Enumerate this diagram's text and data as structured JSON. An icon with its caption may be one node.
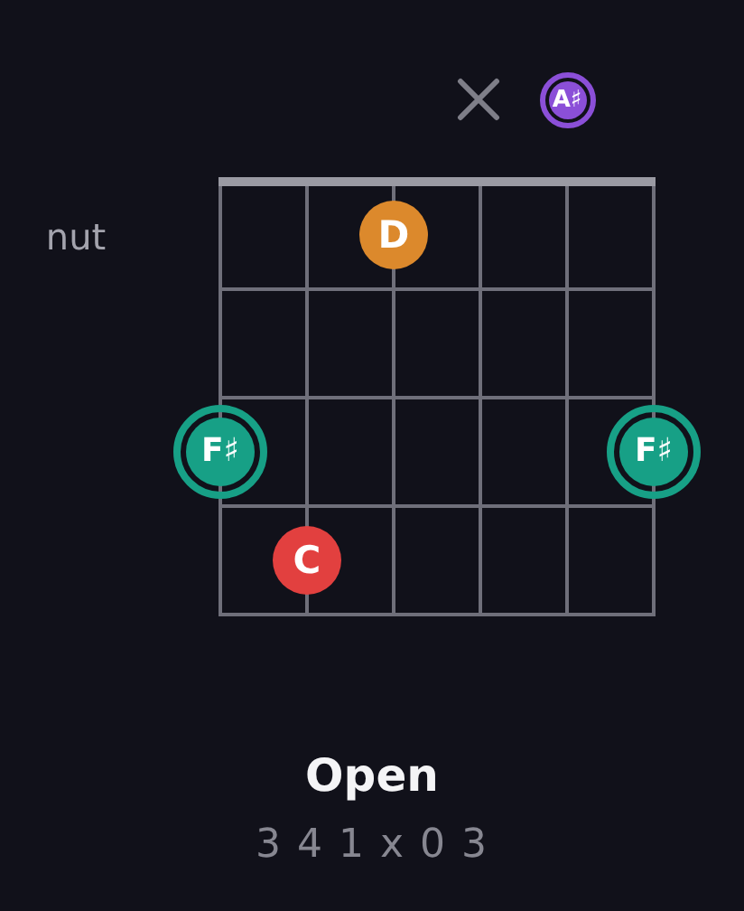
{
  "diagram": {
    "title": "Open",
    "nodes": [
      {
        "text": [
          "A♯"
        ]
      },
      {
        "text": [
          "D"
        ]
      },
      {
        "text": [
          "F♯"
        ]
      },
      {
        "text": [
          "F♯"
        ]
      },
      {
        "text": [
          "C"
        ]
      }
    ],
    "labels": [
      "nut",
      "3 4 1 x 0 3"
    ]
  }
}
